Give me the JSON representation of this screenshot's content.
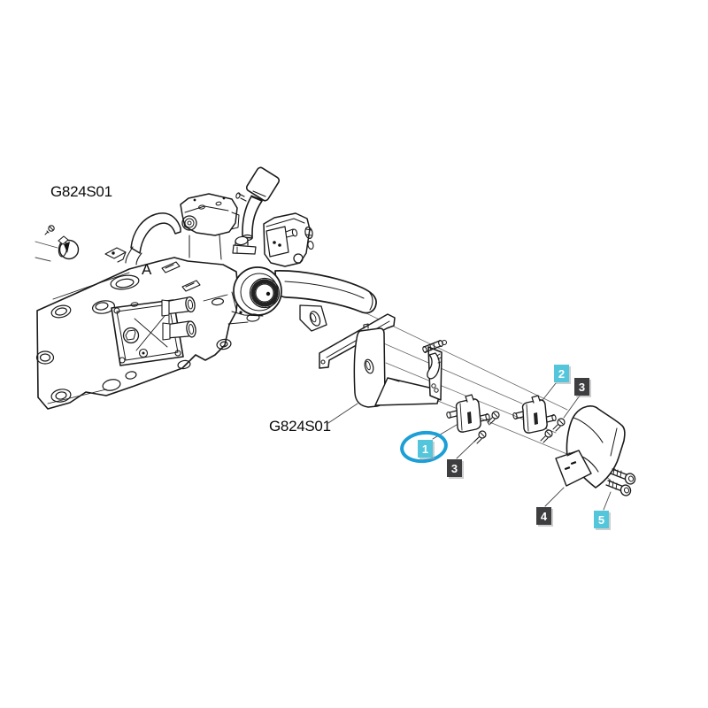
{
  "diagram": {
    "background": "#ffffff",
    "line_color": "#1a1a1a",
    "labels": {
      "part_code_top": "G824S01",
      "part_code_ref": "G824S01",
      "marker_a": "A"
    },
    "callouts": [
      {
        "num": "1",
        "variant": "cyan",
        "highlighted": true
      },
      {
        "num": "2",
        "variant": "cyan",
        "highlighted": false
      },
      {
        "num": "3",
        "variant": "dark",
        "highlighted": false
      },
      {
        "num": "3",
        "variant": "dark",
        "highlighted": false
      },
      {
        "num": "4",
        "variant": "dark",
        "highlighted": false
      },
      {
        "num": "5",
        "variant": "cyan",
        "highlighted": false
      }
    ],
    "colors": {
      "callout_cyan": "#54C6DB",
      "callout_dark": "#3E3E40",
      "highlight_ring": "#1B9FD6",
      "callout_text": "#FFFFFF"
    }
  }
}
